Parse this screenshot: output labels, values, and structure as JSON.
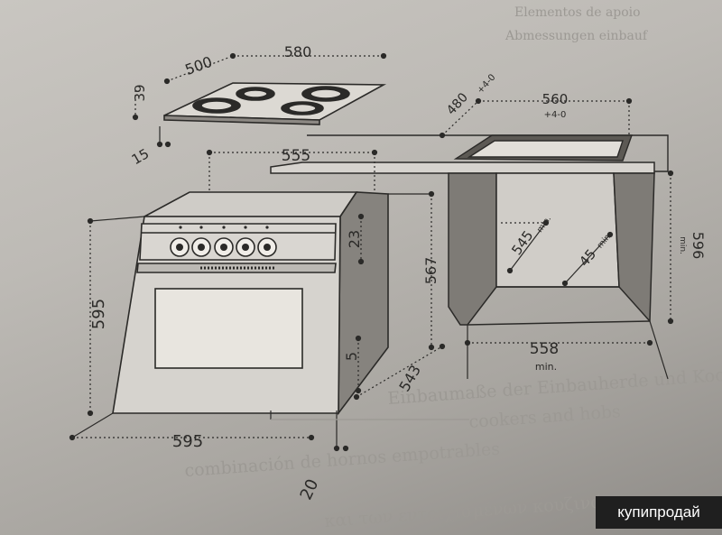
{
  "dimensions": {
    "hob_depth": "500",
    "hob_width": "580",
    "hob_height": "39",
    "hob_lip": "15",
    "cutout_depth": "480",
    "cutout_depth_tolerance": "+4-0",
    "cutout_width": "560",
    "cutout_width_tolerance": "+4-0",
    "oven_top_width": "555",
    "oven_height": "595",
    "oven_front_width": "595",
    "panel_height": "23",
    "body_height": "567",
    "gap": "5",
    "oven_depth": "543",
    "frame_projection": "20",
    "niche_depth": "545",
    "niche_depth_note": "min.",
    "rear_gap": "45",
    "rear_gap_note": "min.",
    "niche_height": "596",
    "niche_height_note": "min.",
    "niche_width": "558",
    "niche_width_note": "min."
  },
  "background_text": {
    "line1": "Elementos de apoio",
    "line2": "Abmessungen einbauf",
    "line3": "Einbaumaße der Einbauherde und Kochmulden",
    "line4": "cookers and hobs",
    "line5": "combinación de hornos empotrables",
    "line6": "και των εντοιχισμένων κουζινών"
  },
  "watermark": "купипродай"
}
